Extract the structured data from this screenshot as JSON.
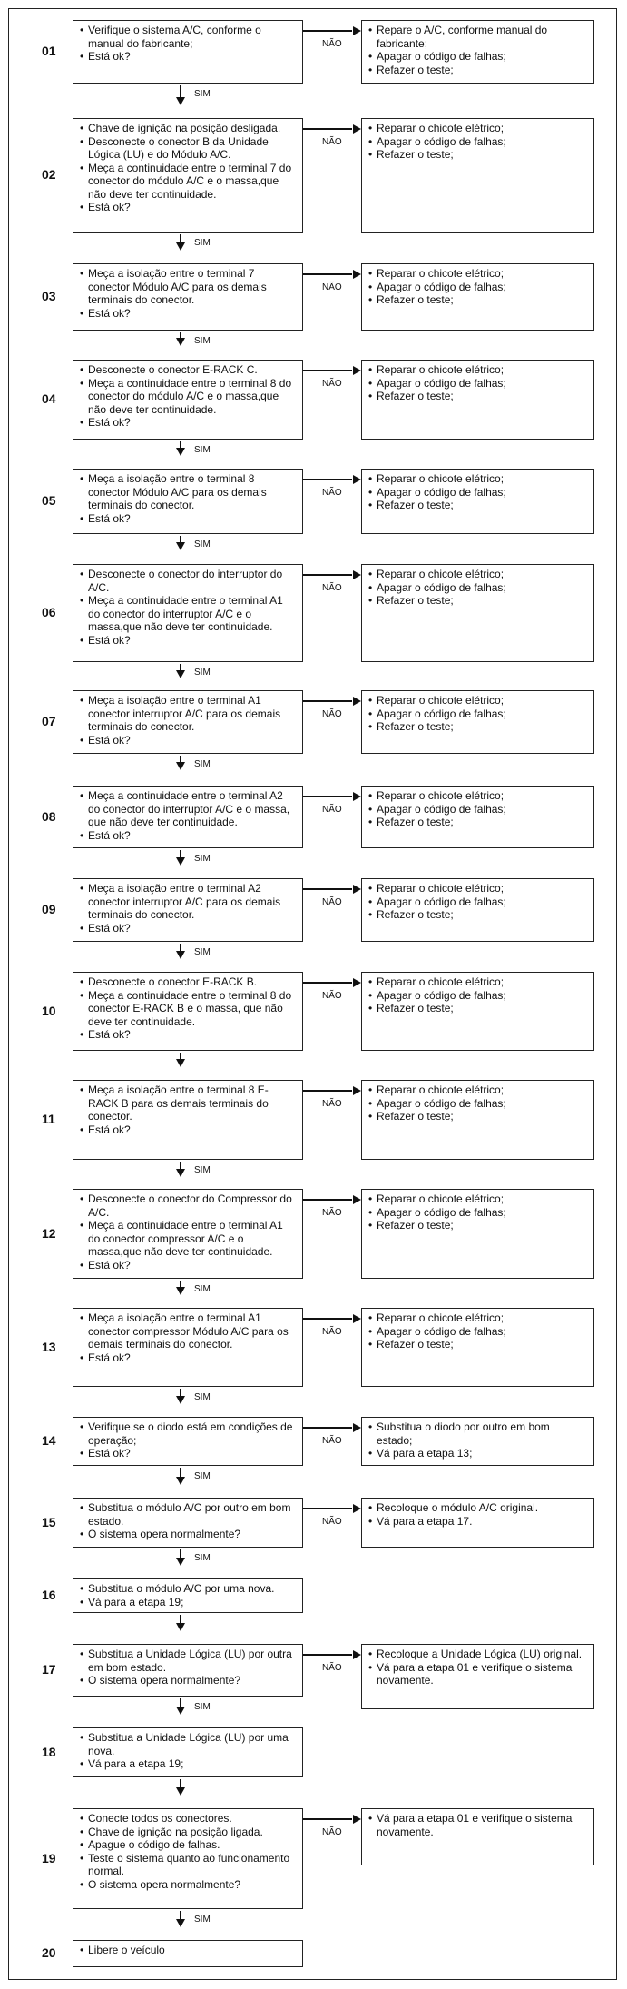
{
  "no_label": "NÃO",
  "yes_label": "SIM",
  "steps": [
    {
      "num": "01",
      "left": [
        "Verifique o sistema A/C, conforme o manual do fabricante;",
        "Está ok?"
      ],
      "right": [
        "Repare o A/C, conforme manual do fabricante;",
        "Apagar o código de falhas;",
        "Refazer o teste;"
      ]
    },
    {
      "num": "02",
      "left": [
        "Chave de ignição na posição desligada.",
        "Desconecte o conector B da Unidade Lógica (LU) e do Módulo A/C.",
        "Meça a continuidade entre o terminal 7 do conector do módulo A/C e o massa,que não deve ter continuidade.",
        "Está ok?"
      ],
      "right": [
        "Reparar o chicote elétrico;",
        "Apagar o código de falhas;",
        "Refazer o teste;"
      ]
    },
    {
      "num": "03",
      "left": [
        "Meça a isolação entre o terminal 7 conector Módulo A/C para os demais terminais do conector.",
        "Está ok?"
      ],
      "right": [
        "Reparar o chicote elétrico;",
        "Apagar o código de falhas;",
        "Refazer o teste;"
      ]
    },
    {
      "num": "04",
      "left": [
        "Desconecte o conector E-RACK C.",
        "Meça a continuidade entre o terminal 8 do conector do módulo A/C e o massa,que não deve ter continuidade.",
        "Está ok?"
      ],
      "right": [
        "Reparar o chicote elétrico;",
        "Apagar o código de falhas;",
        "Refazer o teste;"
      ]
    },
    {
      "num": "05",
      "left": [
        "Meça a isolação entre o terminal 8 conector Módulo A/C para os demais terminais do conector.",
        "Está ok?"
      ],
      "right": [
        "Reparar o chicote elétrico;",
        "Apagar o código de falhas;",
        "Refazer o teste;"
      ]
    },
    {
      "num": "06",
      "left": [
        "Desconecte o conector do interruptor do A/C.",
        "Meça a continuidade entre o terminal A1 do conector do interruptor A/C e o massa,que não deve ter continuidade.",
        "Está ok?"
      ],
      "right": [
        "Reparar o chicote elétrico;",
        "Apagar o código de falhas;",
        "Refazer o teste;"
      ]
    },
    {
      "num": "07",
      "left": [
        "Meça a isolação entre o terminal A1 conector interruptor A/C para os demais terminais do conector.",
        "Está ok?"
      ],
      "right": [
        "Reparar o chicote elétrico;",
        "Apagar o código de falhas;",
        "Refazer o teste;"
      ]
    },
    {
      "num": "08",
      "left": [
        "Meça a continuidade entre o terminal A2 do conector do interruptor A/C e o massa, que não deve ter continuidade.",
        "Está ok?"
      ],
      "right": [
        "Reparar o chicote elétrico;",
        "Apagar o código de falhas;",
        "Refazer o teste;"
      ]
    },
    {
      "num": "09",
      "left": [
        "Meça a isolação entre o terminal A2 conector interruptor A/C para os demais terminais do conector.",
        "Está ok?"
      ],
      "right": [
        "Reparar o chicote elétrico;",
        "Apagar o código de falhas;",
        "Refazer o teste;"
      ]
    },
    {
      "num": "10",
      "left": [
        "Desconecte o conector E-RACK B.",
        "Meça a continuidade entre o terminal 8 do conector E-RACK B e o massa, que não deve ter continuidade.",
        "Está ok?"
      ],
      "right": [
        "Reparar o chicote elétrico;",
        "Apagar o código de falhas;",
        "Refazer o teste;"
      ]
    },
    {
      "num": "11",
      "left": [
        "Meça a isolação entre o terminal 8 E-RACK B para os demais terminais do conector.",
        "Está ok?"
      ],
      "right": [
        "Reparar o chicote elétrico;",
        "Apagar o código de falhas;",
        "Refazer o teste;"
      ]
    },
    {
      "num": "12",
      "left": [
        "Desconecte o conector do Compressor do A/C.",
        "Meça a continuidade entre o terminal A1 do conector compressor A/C e o massa,que não deve ter continuidade.",
        "Está ok?"
      ],
      "right": [
        "Reparar o chicote elétrico;",
        "Apagar o código de falhas;",
        "Refazer o teste;"
      ]
    },
    {
      "num": "13",
      "left": [
        "Meça a isolação entre o terminal A1 conector compressor Módulo A/C para os demais terminais do conector.",
        "Está ok?"
      ],
      "right": [
        "Reparar o chicote elétrico;",
        "Apagar o código de falhas;",
        "Refazer o teste;"
      ]
    },
    {
      "num": "14",
      "left": [
        "Verifique se o diodo está em condições de operação;",
        "Está ok?"
      ],
      "right": [
        "Substitua o diodo por outro em bom estado;",
        "Vá para a etapa 13;"
      ]
    },
    {
      "num": "15",
      "left": [
        "Substitua o módulo A/C por outro em bom estado.",
        "O sistema opera normalmente?"
      ],
      "right": [
        "Recoloque o módulo A/C original.",
        "Vá para a etapa 17."
      ]
    },
    {
      "num": "16",
      "left": [
        "Substitua o módulo A/C por uma nova.",
        "Vá para a etapa 19;"
      ],
      "right": []
    },
    {
      "num": "17",
      "left": [
        "Substitua a Unidade Lógica (LU) por outra em bom estado.",
        "O sistema opera normalmente?"
      ],
      "right": [
        "Recoloque a Unidade Lógica (LU) original.",
        "Vá para a etapa 01 e verifique o sistema novamente."
      ]
    },
    {
      "num": "18",
      "left": [
        "Substitua a Unidade Lógica (LU) por uma nova.",
        "Vá para a etapa 19;"
      ],
      "right": []
    },
    {
      "num": "19",
      "left": [
        "Conecte todos os conectores.",
        "Chave de ignição na posição ligada.",
        "Apague o código de falhas.",
        "Teste o sistema quanto ao funcionamento normal.",
        "O sistema opera normalmente?"
      ],
      "right": [
        "Vá para a etapa 01 e verifique o sistema novamente."
      ]
    },
    {
      "num": "20",
      "left": [
        "Libere o veículo"
      ],
      "right": []
    }
  ]
}
